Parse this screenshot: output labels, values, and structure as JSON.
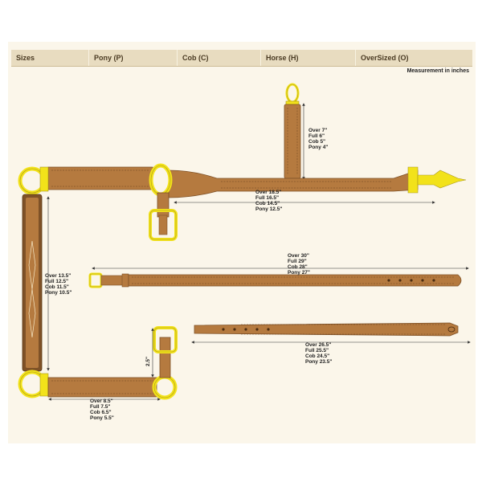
{
  "header": {
    "columns": [
      "Sizes",
      "Pony (P)",
      "Cob (C)",
      "Horse (H)",
      "OverSized (O)"
    ],
    "note": "Measurement in inches"
  },
  "measurements": {
    "crown": [
      "Over 7\"",
      "Full 6\"",
      "Cob 5\"",
      "Pony 4\""
    ],
    "headpiece": [
      "Over 18.5\"",
      "Full 16.5\"",
      "Cob 14.5\"",
      "Pony 12.5\""
    ],
    "cheek": [
      "Over 13.5\"",
      "Full 12.5\"",
      "Cob 11.5\"",
      "Pony 10.5\""
    ],
    "strap": [
      "Over 30\"",
      "Full 29\"",
      "Cob 28\"",
      "Pony 27\""
    ],
    "noseband": [
      "Over 26.5\"",
      "Full 25.5\"",
      "Cob 24.5\"",
      "Pony 23.5\""
    ],
    "small_strap": [
      "2.5\""
    ],
    "bottom": [
      "Over 8.5\"",
      "Full 7.5\"",
      "Cob 6.5\"",
      "Pony 5.5\""
    ]
  },
  "colors": {
    "leather": "#b57a3f",
    "leather_dark": "#7e5127",
    "brass": "#f2e21a",
    "brass_edge": "#a9971a",
    "header_bg": "#e8dcc0",
    "frame_bg": "#fbf6ea"
  }
}
